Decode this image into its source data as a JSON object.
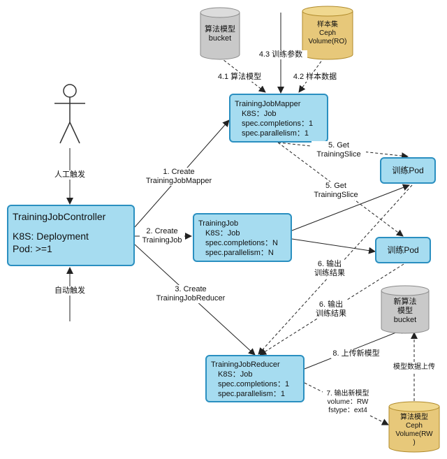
{
  "actor_labels": {
    "manual": "人工触发",
    "auto": "自动触发"
  },
  "controller": {
    "title": "TrainingJobController",
    "line1": "K8S: Deployment",
    "line2": "Pod: >=1"
  },
  "mapper": {
    "title": "TrainingJobMapper",
    "l1": "K8S：Job",
    "l2": "spec.completions：1",
    "l3": "spec.parallelism：1"
  },
  "job": {
    "title": "TrainingJob",
    "l1": "K8S：Job",
    "l2": "spec.completions：N",
    "l3": "spec.parallelism：N"
  },
  "reducer": {
    "title": "TrainingJobReducer",
    "l1": "K8S：Job",
    "l2": "spec.completions：1",
    "l3": "spec.parallelism：1"
  },
  "pods": {
    "pod1": "训练Pod",
    "pod2": "训练Pod"
  },
  "stores": {
    "algo_bucket": [
      "算法模型",
      "bucket"
    ],
    "sample_ceph": [
      "样本集",
      "Ceph",
      "Volume(RO)"
    ],
    "new_model_bucket": [
      "新算法",
      "模型",
      "bucket"
    ],
    "algo_ceph": [
      "算法模型",
      "Ceph",
      "Volume(RW",
      ")"
    ]
  },
  "edge_labels": {
    "create_mapper": [
      "1. Create",
      "TrainingJobMapper"
    ],
    "create_job": [
      "2. Create",
      "TrainingJob"
    ],
    "create_reducer": [
      "3. Create",
      "TrainingJobReducer"
    ],
    "l41": "4.1 算法模型",
    "l42": "4.2 样本数据",
    "l43": "4.3 训练参数",
    "get_slice_1": [
      "5. Get",
      "TrainingSlice"
    ],
    "get_slice_2": [
      "5. Get",
      "TrainingSlice"
    ],
    "output_1": [
      "6. 输出",
      "训练结果"
    ],
    "output_2": [
      "6. 输出",
      "训练结果"
    ],
    "upload": "8. 上传新模型",
    "output_new": [
      "7. 输出新模型",
      "volume：RW",
      "fstype：ext4"
    ],
    "model_upload": "模型数据上传"
  }
}
